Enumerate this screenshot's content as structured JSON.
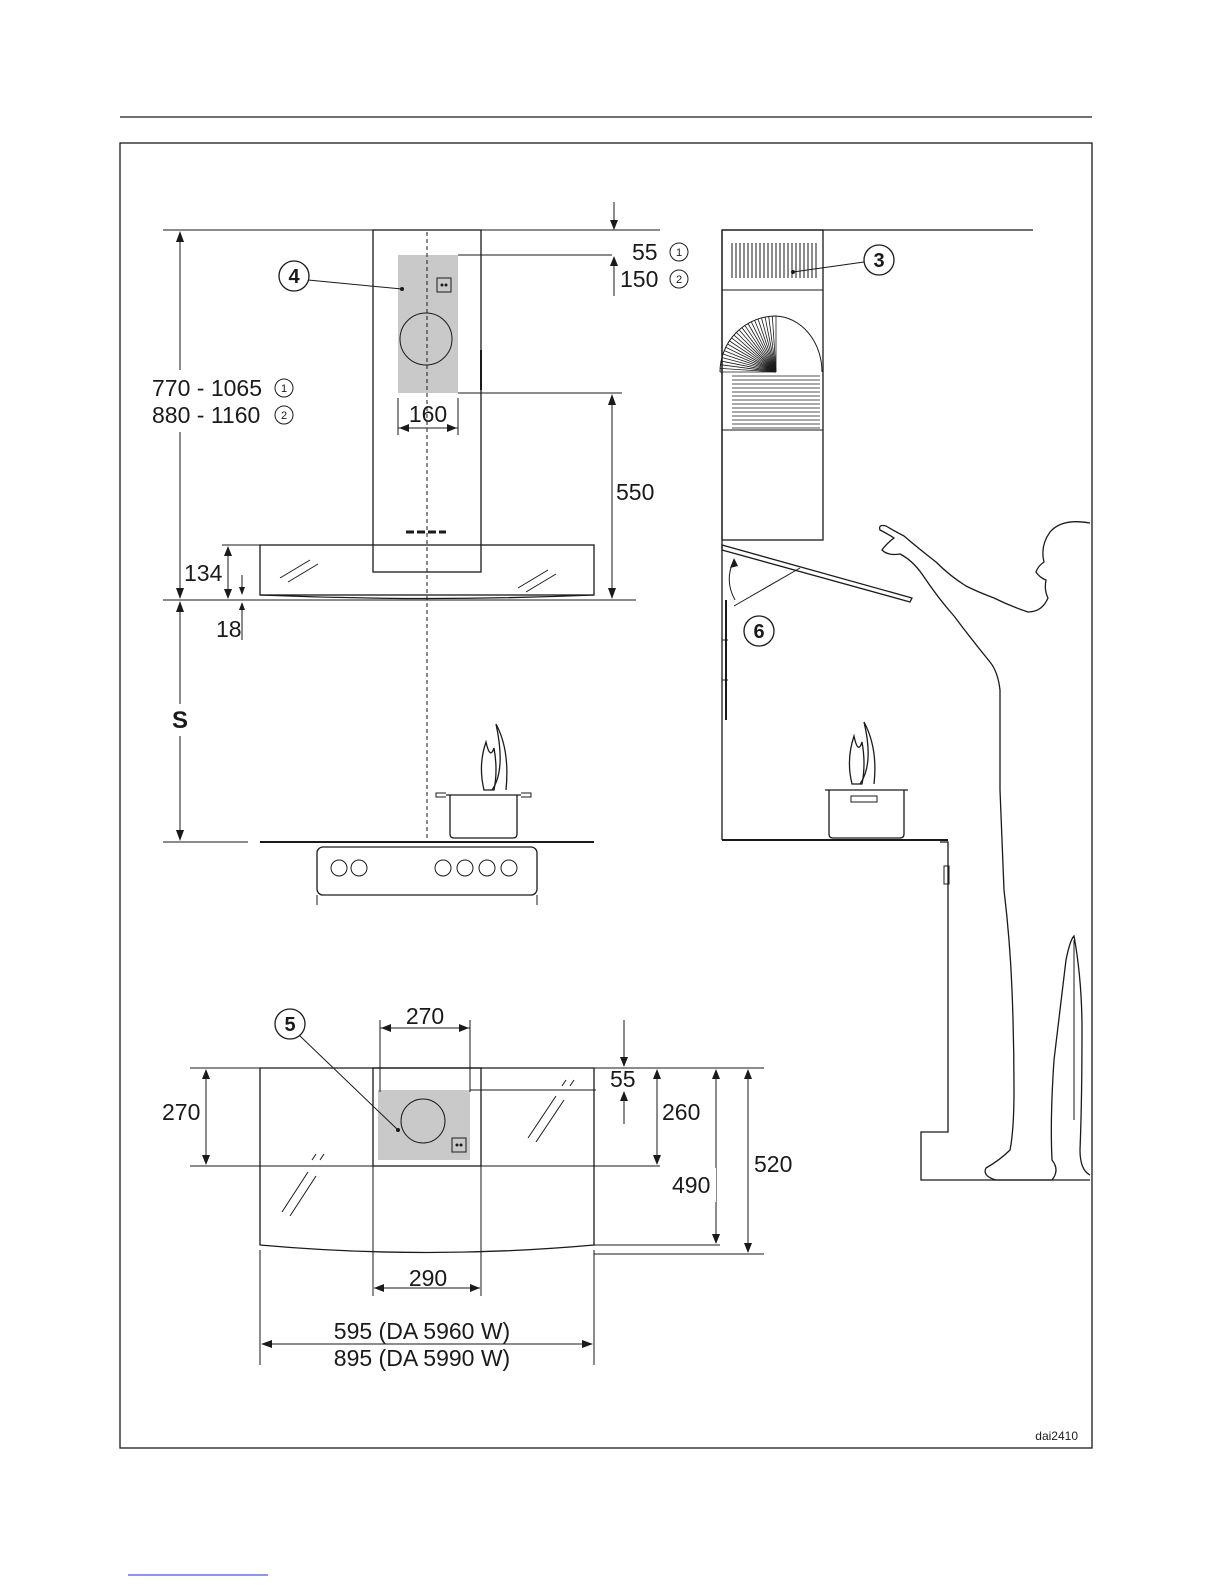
{
  "drawing_code": "dai2410",
  "front_view": {
    "dim_top_1": "55",
    "dim_top_2": "150",
    "height_1": "770 - 1065",
    "height_2": "880 - 1160",
    "width_chimney": "160",
    "dim_550": "550",
    "dim_134": "134",
    "dim_18": "18",
    "label_s": "S",
    "callout_4": "4"
  },
  "side_view": {
    "callout_3": "3",
    "callout_6": "6"
  },
  "top_view": {
    "callout_5": "5",
    "dim_270_top": "270",
    "dim_270_left": "270",
    "dim_55": "55",
    "dim_260": "260",
    "dim_490": "490",
    "dim_520": "520",
    "dim_290": "290",
    "width_1": "595 (DA 5960 W)",
    "width_2": "895 (DA 5990 W)"
  },
  "note_markers": {
    "one": "1",
    "two": "2"
  }
}
